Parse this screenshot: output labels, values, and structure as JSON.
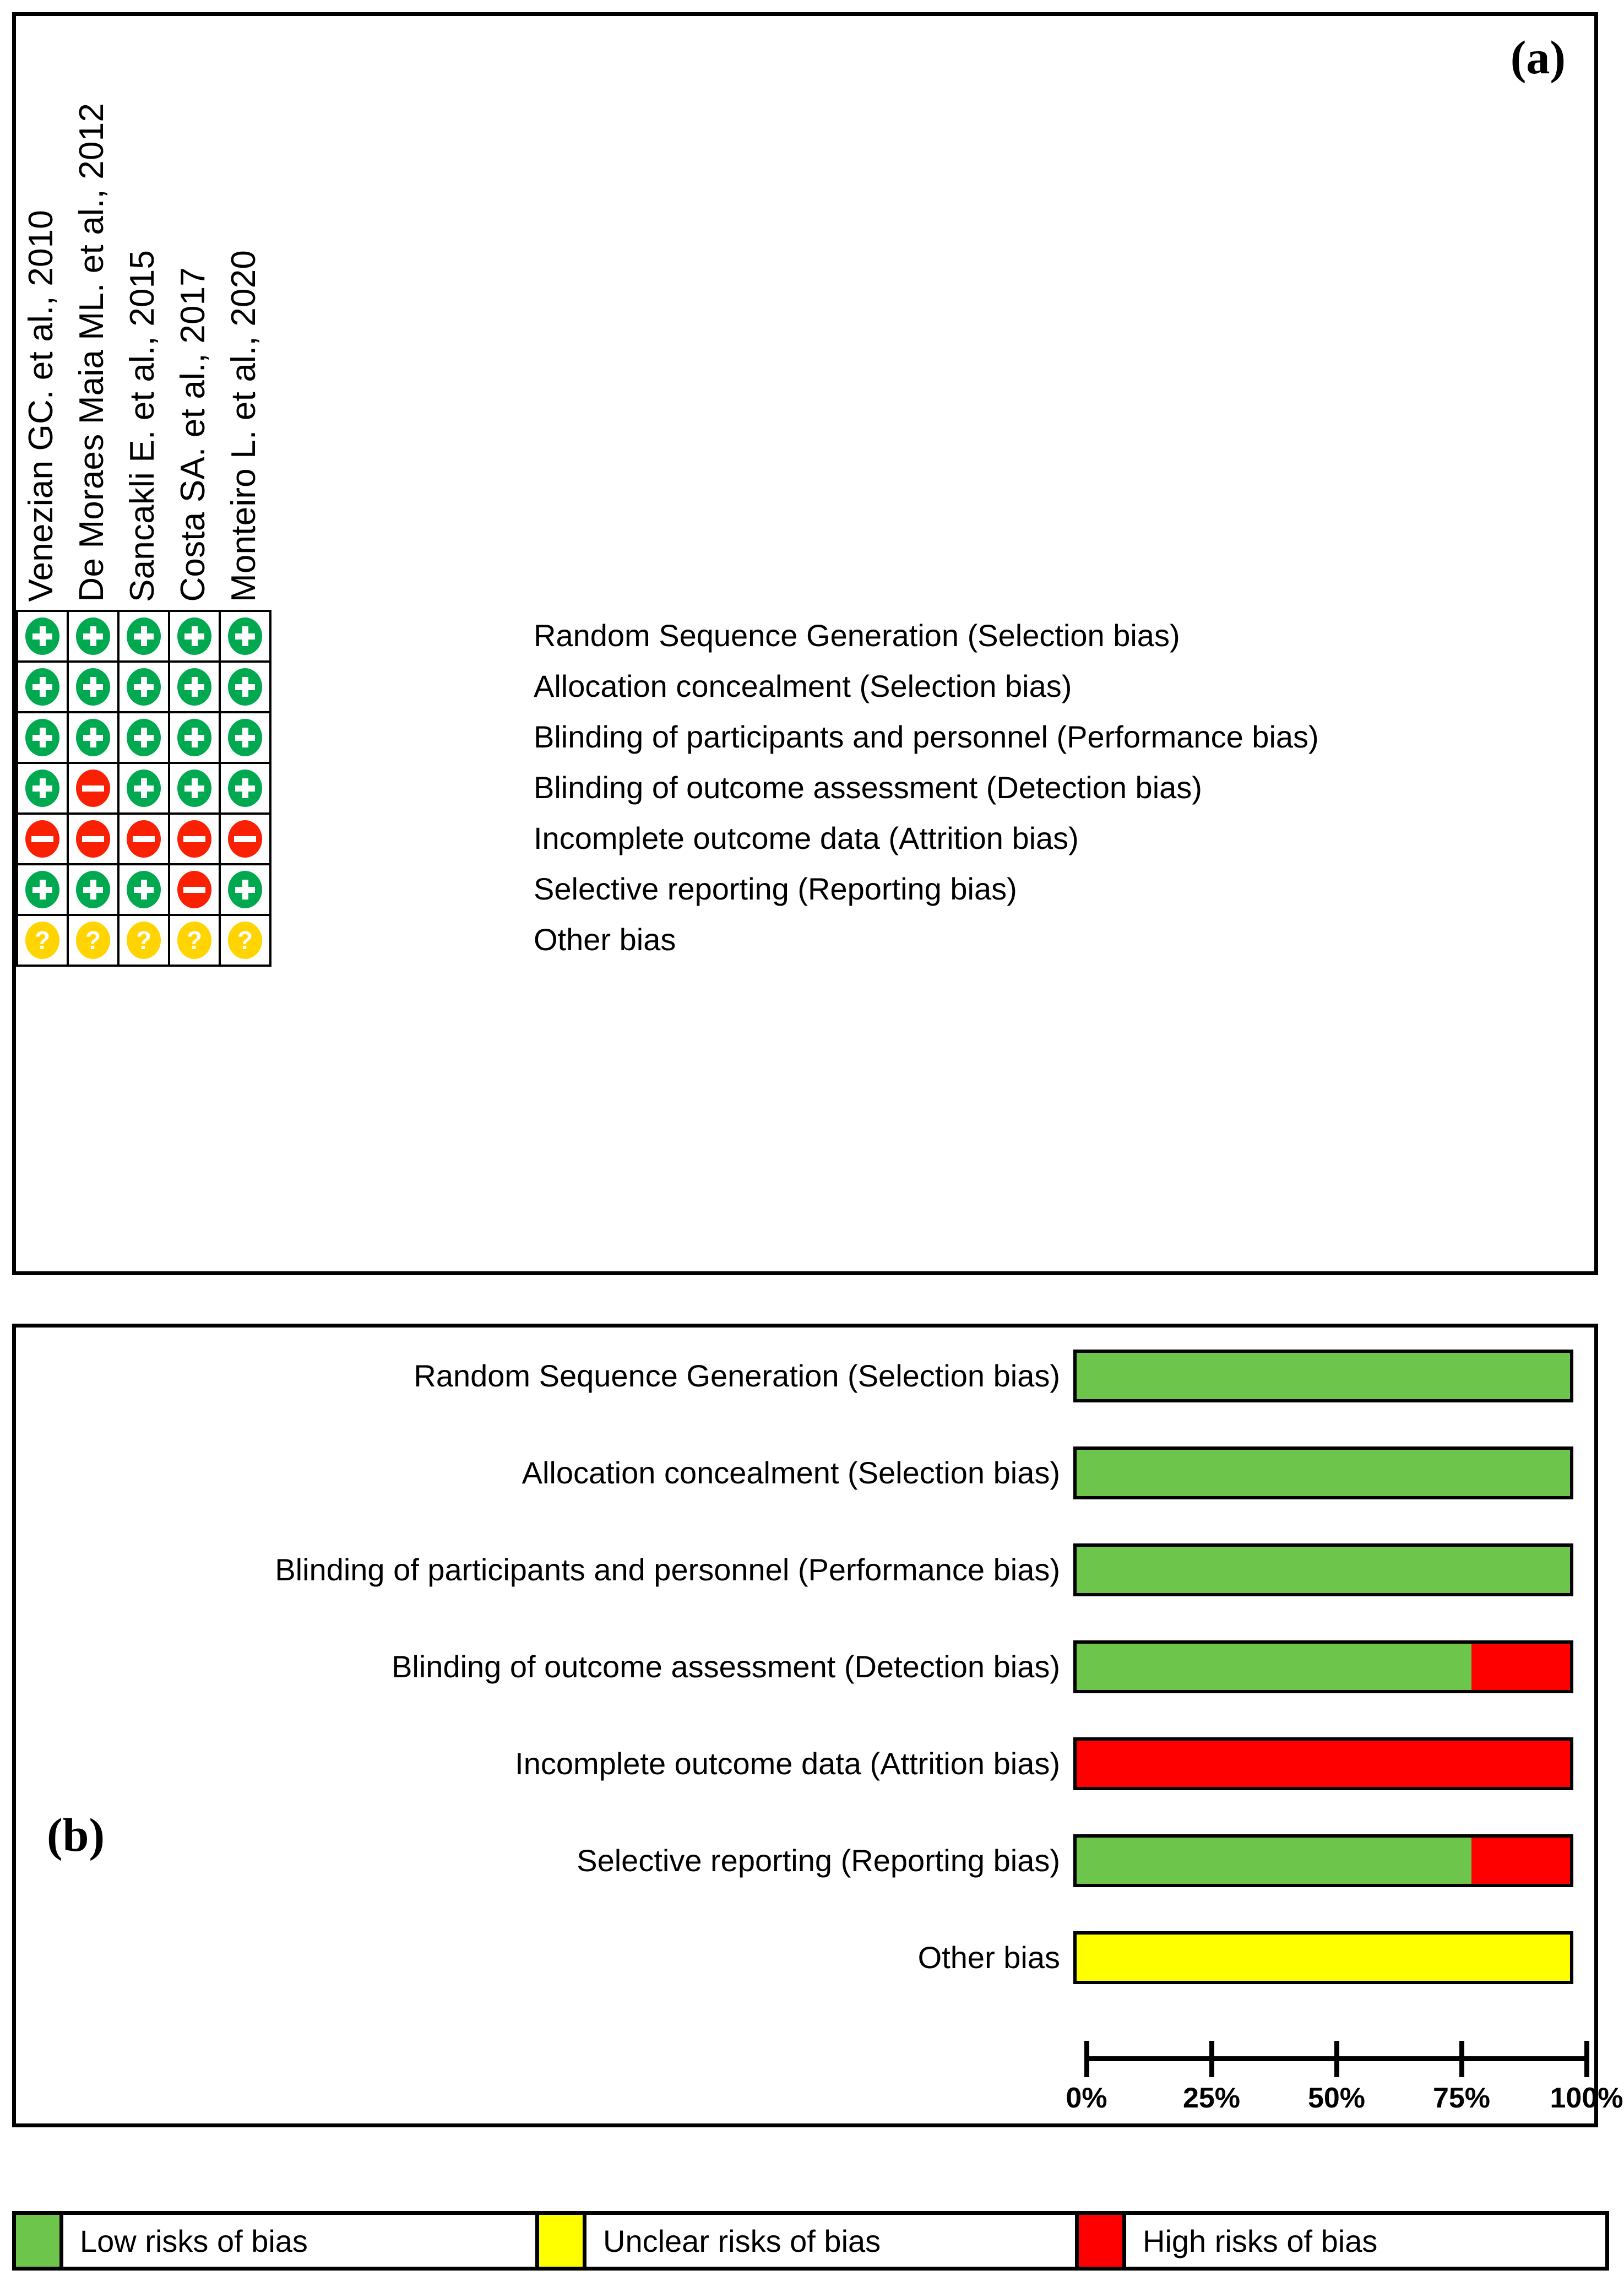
{
  "panel_a": {
    "tag": "(a)",
    "studies": [
      "Venezian GC. et al., 2010",
      "De Moraes Maia ML. et al., 2012",
      "Sancakli E. et al., 2015",
      "Costa SA. et al., 2017",
      "Monteiro L. et al., 2020"
    ],
    "domains": [
      "Random Sequence Generation (Selection bias)",
      "Allocation concealment (Selection bias)",
      "Blinding of participants and personnel (Performance bias)",
      "Blinding of outcome assessment (Detection bias)",
      "Incomplete outcome data (Attrition bias)",
      "Selective reporting (Reporting bias)",
      "Other bias"
    ],
    "judgement_symbols": {
      "low": "+",
      "high": "−",
      "unclear": "?"
    },
    "judgements": [
      [
        "low",
        "low",
        "low",
        "low",
        "low"
      ],
      [
        "low",
        "low",
        "low",
        "low",
        "low"
      ],
      [
        "low",
        "low",
        "low",
        "low",
        "low"
      ],
      [
        "low",
        "high",
        "low",
        "low",
        "low"
      ],
      [
        "high",
        "high",
        "high",
        "high",
        "high"
      ],
      [
        "low",
        "low",
        "low",
        "high",
        "low"
      ],
      [
        "unclear",
        "unclear",
        "unclear",
        "unclear",
        "unclear"
      ]
    ]
  },
  "panel_b": {
    "tag": "(b)"
  },
  "legend": {
    "items": [
      {
        "key": "low",
        "label": "Low risks of bias",
        "color": "#6DC64B"
      },
      {
        "key": "unclear",
        "label": "Unclear risks of bias",
        "color": "#FFFF00"
      },
      {
        "key": "high",
        "label": "High risks of bias",
        "color": "#FF0000"
      }
    ]
  },
  "colors": {
    "low_green_bar": "#6DC64B",
    "low_green_circle": "#00A94F",
    "high_red_bar": "#FF0000",
    "high_red_circle": "#FA2003",
    "unclear_yellow_bar": "#FFFF00",
    "unclear_yellow_circle": "#FFD400",
    "outline": "#000000",
    "background": "#FFFFFF"
  },
  "chart_data": {
    "type": "bar",
    "title": "",
    "xlabel": "",
    "ylabel": "",
    "orientation": "horizontal",
    "stacked": true,
    "percent": true,
    "xlim": [
      0,
      100
    ],
    "grid": false,
    "legend_position": "bottom",
    "tick_labels": [
      "0%",
      "25%",
      "50%",
      "75%",
      "100%"
    ],
    "tick_values": [
      0,
      25,
      50,
      75,
      100
    ],
    "categories": [
      "Random Sequence Generation (Selection bias)",
      "Allocation concealment (Selection bias)",
      "Blinding of participants and personnel (Performance bias)",
      "Blinding of outcome assessment (Detection bias)",
      "Incomplete outcome data (Attrition bias)",
      "Selective reporting (Reporting bias)",
      "Other bias"
    ],
    "series": [
      {
        "name": "Low risks of bias",
        "color": "#6DC64B",
        "values": [
          100,
          100,
          100,
          80,
          0,
          80,
          0
        ]
      },
      {
        "name": "Unclear risks of bias",
        "color": "#FFFF00",
        "values": [
          0,
          0,
          0,
          0,
          0,
          0,
          100
        ]
      },
      {
        "name": "High risks of bias",
        "color": "#FF0000",
        "values": [
          0,
          0,
          0,
          20,
          100,
          20,
          0
        ]
      }
    ]
  }
}
